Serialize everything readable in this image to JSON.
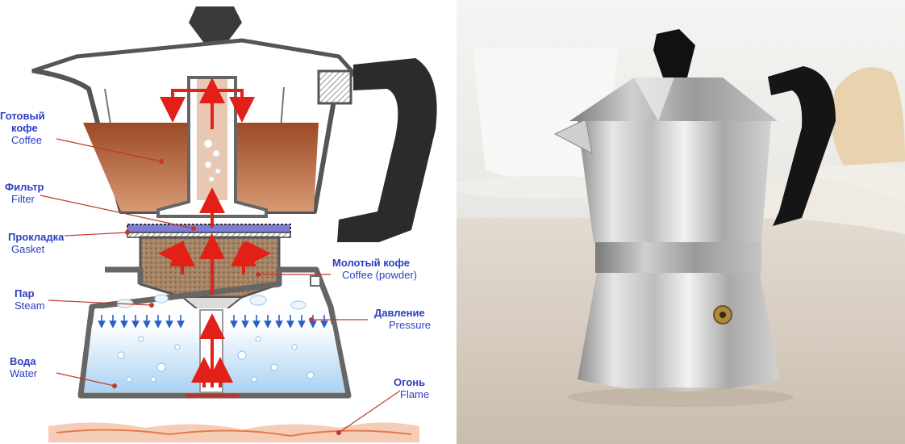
{
  "diagram": {
    "labels": {
      "coffee": {
        "ru": "Готовый кофе",
        "ru_line2": "кофе",
        "ru_line1": "Готовый",
        "en": "Coffee"
      },
      "filter": {
        "ru": "Фильтр",
        "en": "Filter"
      },
      "gasket": {
        "ru": "Прокладка",
        "en": "Gasket"
      },
      "steam": {
        "ru": "Пар",
        "en": "Steam"
      },
      "water": {
        "ru": "Вода",
        "en": "Water"
      },
      "powder": {
        "ru": "Молотый кофе",
        "en": "Coffee (powder)"
      },
      "pressure": {
        "ru": "Давление",
        "en": "Pressure"
      },
      "flame": {
        "ru": "Огонь",
        "en": "Flame"
      }
    },
    "colors": {
      "label_text": "#2a3fc4",
      "leader_line": "#c0392b",
      "arrow": "#e32018",
      "coffee_liquid": "#b5603a",
      "coffee_powder": "#a37a5c",
      "water": "#bcdcf4",
      "pot_outline": "#555555",
      "handle": "#2b2b2b"
    }
  },
  "photo": {
    "subject": "moka-pot-photo"
  }
}
